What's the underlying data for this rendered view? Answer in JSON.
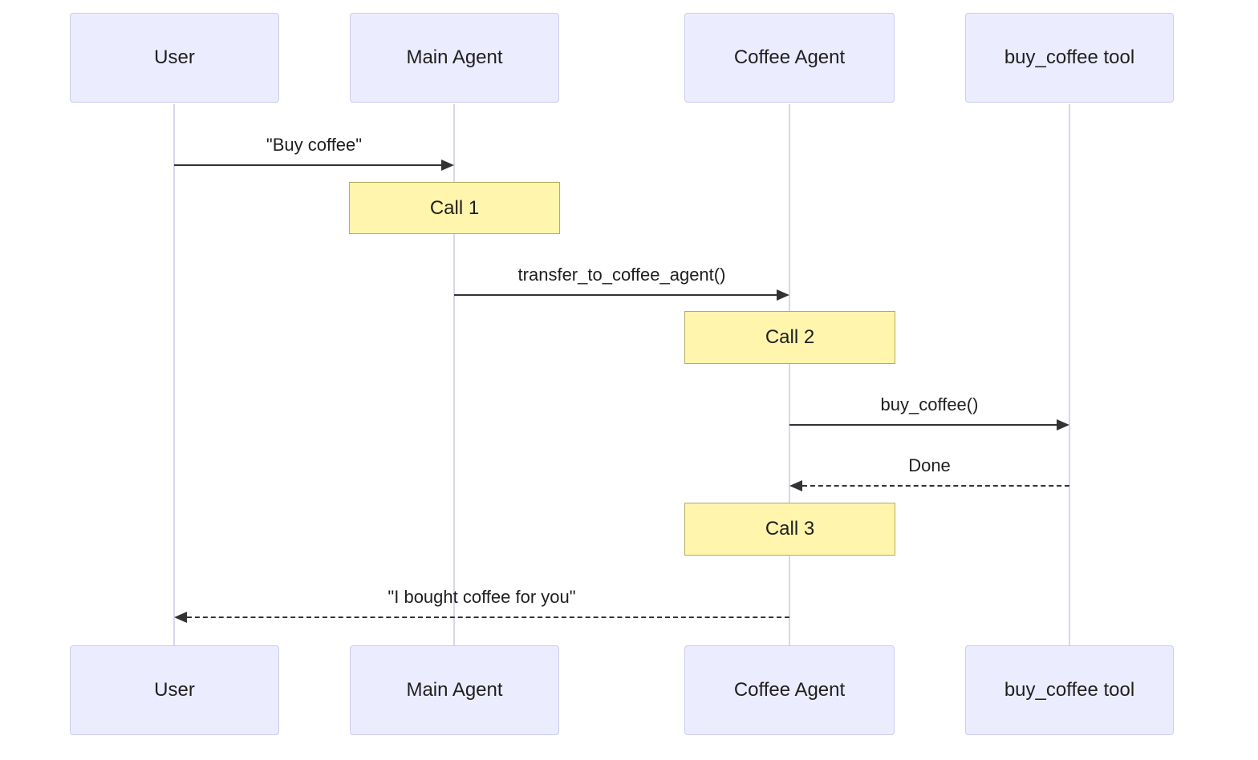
{
  "diagram": {
    "type": "sequence-diagram",
    "participants": [
      {
        "name": "User"
      },
      {
        "name": "Main Agent"
      },
      {
        "name": "Coffee Agent"
      },
      {
        "name": "buy_coffee tool"
      }
    ],
    "messages": [
      {
        "label": "\"Buy coffee\"",
        "from": "User",
        "to": "Main Agent",
        "line": "solid"
      },
      {
        "label": "transfer_to_coffee_agent()",
        "from": "Main Agent",
        "to": "Coffee Agent",
        "line": "solid"
      },
      {
        "label": "buy_coffee()",
        "from": "Coffee Agent",
        "to": "buy_coffee tool",
        "line": "solid"
      },
      {
        "label": "Done",
        "from": "buy_coffee tool",
        "to": "Coffee Agent",
        "line": "dashed"
      },
      {
        "label": "\"I bought coffee for you\"",
        "from": "Coffee Agent",
        "to": "User",
        "line": "dashed"
      }
    ],
    "notes": [
      {
        "label": "Call 1",
        "over": "Main Agent"
      },
      {
        "label": "Call 2",
        "over": "Coffee Agent"
      },
      {
        "label": "Call 3",
        "over": "Coffee Agent"
      }
    ],
    "colors": {
      "participant_fill": "#ECECFF",
      "participant_border": "#CCCCF0",
      "note_fill": "#FFF5AD",
      "note_border": "#B3AD5E",
      "lifeline": "#D9D6EE",
      "arrow": "#333333",
      "text": "#1F1F1F"
    }
  }
}
